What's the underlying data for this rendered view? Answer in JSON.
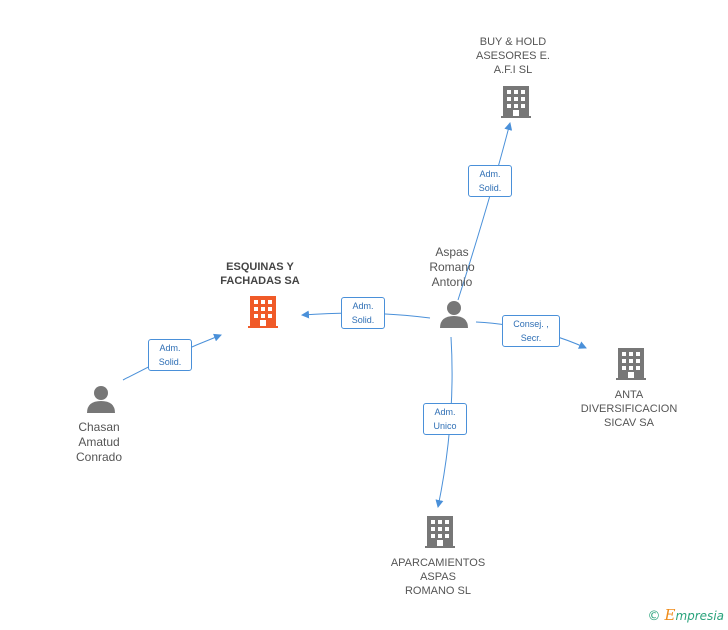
{
  "nodes": {
    "buyhold": {
      "lines": [
        "BUY & HOLD",
        "ASESORES E.",
        "A.F.I SL"
      ]
    },
    "esquinas": {
      "lines": [
        "ESQUINAS Y",
        "FACHADAS SA"
      ]
    },
    "aspas": {
      "lines": [
        "Aspas",
        "Romano",
        "Antonio"
      ]
    },
    "chasan": {
      "lines": [
        "Chasan",
        "Amatud",
        "Conrado"
      ]
    },
    "anta": {
      "lines": [
        "ANTA",
        "DIVERSIFICACION",
        "SICAV SA"
      ]
    },
    "aparcamientos": {
      "lines": [
        "APARCAMIENTOS",
        "ASPAS",
        "ROMANO SL"
      ]
    }
  },
  "edges": {
    "aspas_buyhold": {
      "lines": [
        "Adm.",
        "Solid."
      ]
    },
    "aspas_esquinas": {
      "lines": [
        "Adm.",
        "Solid."
      ]
    },
    "chasan_esquinas": {
      "lines": [
        "Adm.",
        "Solid."
      ]
    },
    "aspas_anta": {
      "lines": [
        "Consej. ,",
        "Secr."
      ]
    },
    "aspas_aparcamientos": {
      "lines": [
        "Adm.",
        "Unico"
      ]
    }
  },
  "colors": {
    "edge": "#4a90d9",
    "main_company": "#f05a28",
    "company": "#777777",
    "person": "#777777"
  },
  "icons": {
    "company": "building-icon",
    "person": "person-icon"
  },
  "brand": {
    "copyright": "©",
    "initial": "E",
    "rest": "mpresia"
  }
}
